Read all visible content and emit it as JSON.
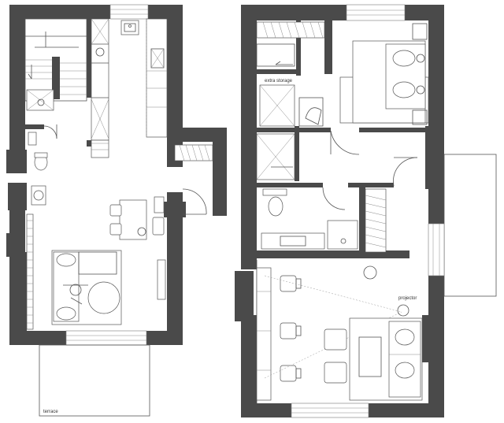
{
  "labels": {
    "extra_storage": "extra storage",
    "projector": "projector",
    "terrace": "terrace"
  },
  "colors": {
    "wall": "#4a4a4a",
    "background": "#ffffff",
    "line": "#555555"
  }
}
